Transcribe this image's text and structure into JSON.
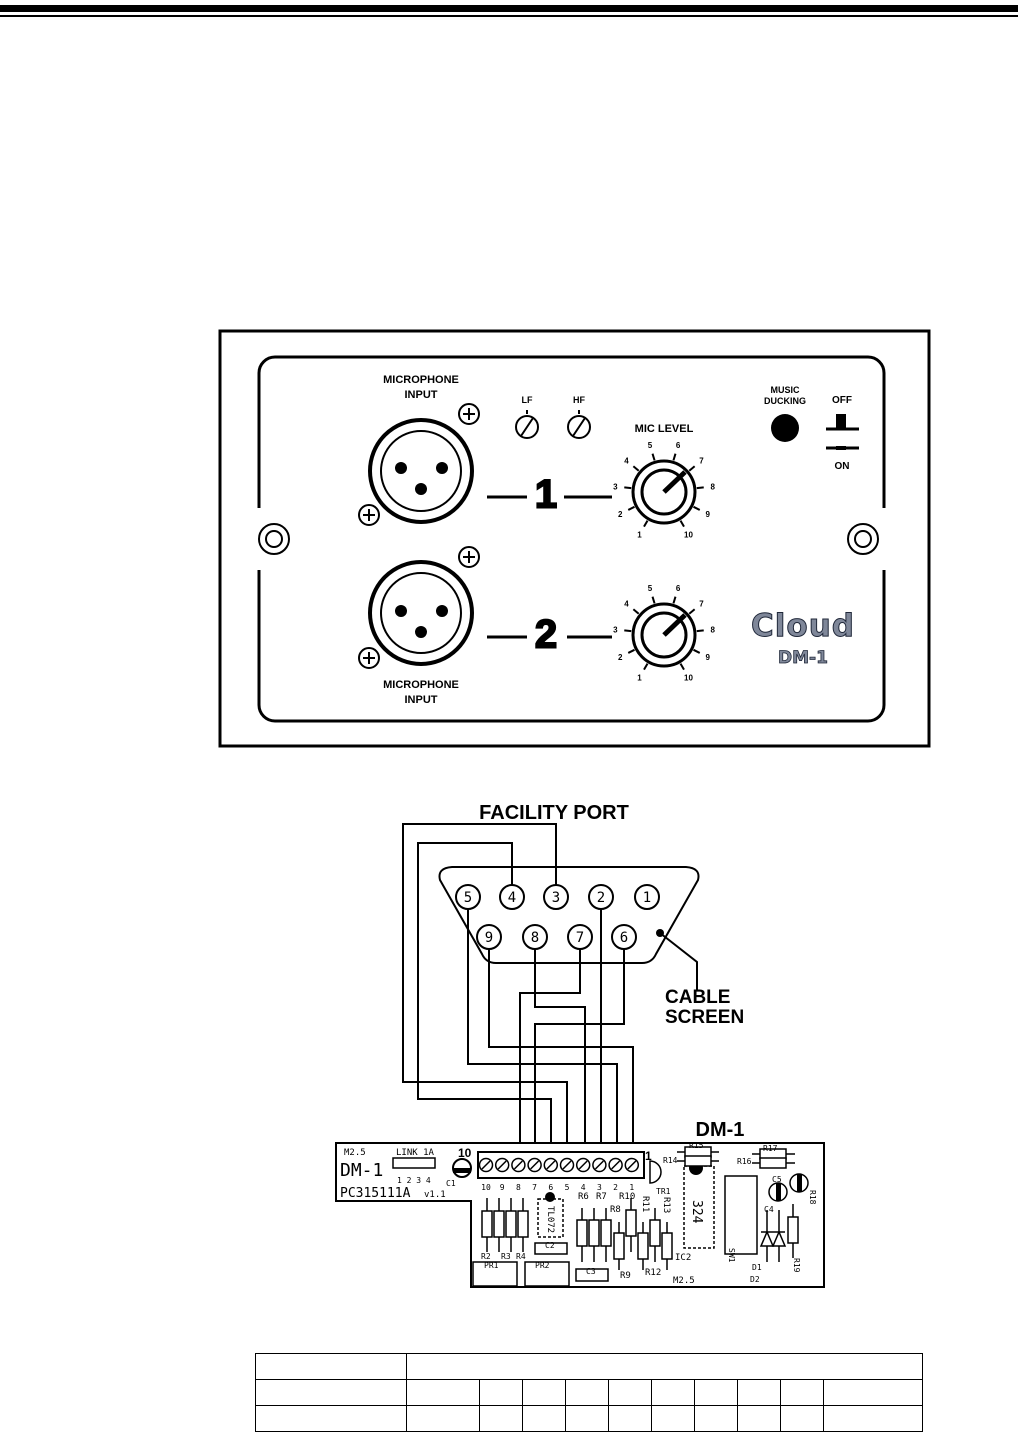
{
  "panel": {
    "mic_input_top": [
      "MICROPHONE",
      "INPUT"
    ],
    "mic_input_bottom": [
      "MICROPHONE",
      "INPUT"
    ],
    "lf_label": "LF",
    "hf_label": "HF",
    "mic_level_label": "MIC  LEVEL",
    "music_ducking": [
      "MUSIC",
      "DUCKING"
    ],
    "off_label": "OFF",
    "on_label": "ON",
    "channel_1": "1",
    "channel_2": "2",
    "dial_scale": [
      "1",
      "2",
      "3",
      "4",
      "5",
      "6",
      "7",
      "8",
      "9",
      "10"
    ],
    "brand": "Cloud",
    "model": "DM-1"
  },
  "wiring": {
    "title": "FACILITY  PORT",
    "pins_top": [
      "5",
      "4",
      "3",
      "2",
      "1"
    ],
    "pins_bottom": [
      "9",
      "8",
      "7",
      "6"
    ],
    "cable_screen": [
      "CABLE",
      "SCREEN"
    ],
    "board_title": "DM-1"
  },
  "pcb": {
    "m25_top": "M2.5",
    "name": "DM-1",
    "link": "LINK 1A",
    "link_numbers": "1 2 3 4",
    "part_no": "PC315111A",
    "version": "v1.1",
    "ten": "10",
    "one": "1",
    "c1": "C1",
    "terminal_numbers": [
      "10",
      "9",
      "8",
      "7",
      "6",
      "5",
      "4",
      "3",
      "2",
      "1"
    ],
    "tl072": "TL072",
    "ic324": "324",
    "c2": "C2",
    "c3": "C3",
    "c4": "C4",
    "c5": "C5",
    "pr1": "PR1",
    "pr2": "PR2",
    "r2": "R2",
    "r3": "R3",
    "r4": "R4",
    "r6": "R6",
    "r7": "R7",
    "r8": "R8",
    "r9": "R9",
    "r10": "R10",
    "r11": "R11",
    "r12": "R12",
    "r13": "R13",
    "r14": "R14",
    "r15": "R15",
    "r16": "R16",
    "r17": "R17",
    "r18": "R18",
    "r19": "R19",
    "tr1": "TR1",
    "ic2": "IC2",
    "sw1": "SW1",
    "d1": "D1",
    "d2": "D2",
    "m25_bottom": "M2.5"
  }
}
